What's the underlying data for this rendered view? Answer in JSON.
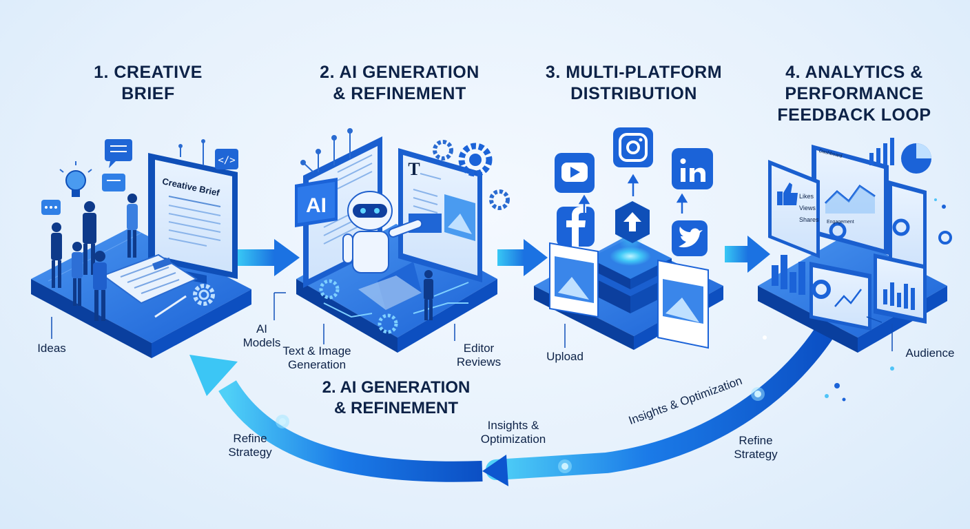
{
  "steps": [
    {
      "line1": "1. CREATIVE",
      "line2": "BRIEF",
      "line3": ""
    },
    {
      "line1": "2. AI GENERATION",
      "line2": "& REFINEMENT",
      "line3": ""
    },
    {
      "line1": "3. MULTI-PLATFORM",
      "line2": "DISTRIBUTION",
      "line3": ""
    },
    {
      "line1": "4. ANALYTICS &",
      "line2": "PERFORMANCE",
      "line3": "FEEDBACK LOOP"
    }
  ],
  "panel1": {
    "ideas": "Ideas",
    "doc_title": "Creative Brief"
  },
  "panel2": {
    "ai_badge": "AI",
    "text_glyph": "T",
    "ai_models_1": "AI",
    "ai_models_2": "Models",
    "text_image_1": "Text & Image",
    "text_image_2": "Generation",
    "editor_1": "Editor",
    "editor_2": "Reviews"
  },
  "panel3": {
    "upload": "Upload"
  },
  "panel4": {
    "audience": "Audience",
    "dashboard_heading": "Dashboard",
    "metric_likes": "Likes",
    "metric_views": "Views",
    "metric_shares": "Shares",
    "engagement": "Engagement"
  },
  "loop": {
    "title1": "2. AI GENERATION",
    "title2": "& REFINEMENT",
    "insights_mid_1": "Insights &",
    "insights_mid_2": "Optimization",
    "insights_right": "Insights & Optimization",
    "refine_left_1": "Refine",
    "refine_left_2": "Strategy",
    "refine_right_1": "Refine",
    "refine_right_2": "Strategy"
  },
  "colors": {
    "primary": "#1560d8",
    "dark": "#0a3d9e",
    "light": "#4fc3f7",
    "platform_top": "#2f7fe6",
    "text": "#0d2247"
  },
  "icons": [
    "youtube-icon",
    "instagram-icon",
    "linkedin-icon",
    "facebook-icon",
    "twitter-icon",
    "upload-icon",
    "robot-icon",
    "gear-icon",
    "lightbulb-icon",
    "code-icon",
    "chat-bubble-icon",
    "thumbs-up-icon",
    "image-icon",
    "pie-chart-icon",
    "bar-chart-icon"
  ]
}
